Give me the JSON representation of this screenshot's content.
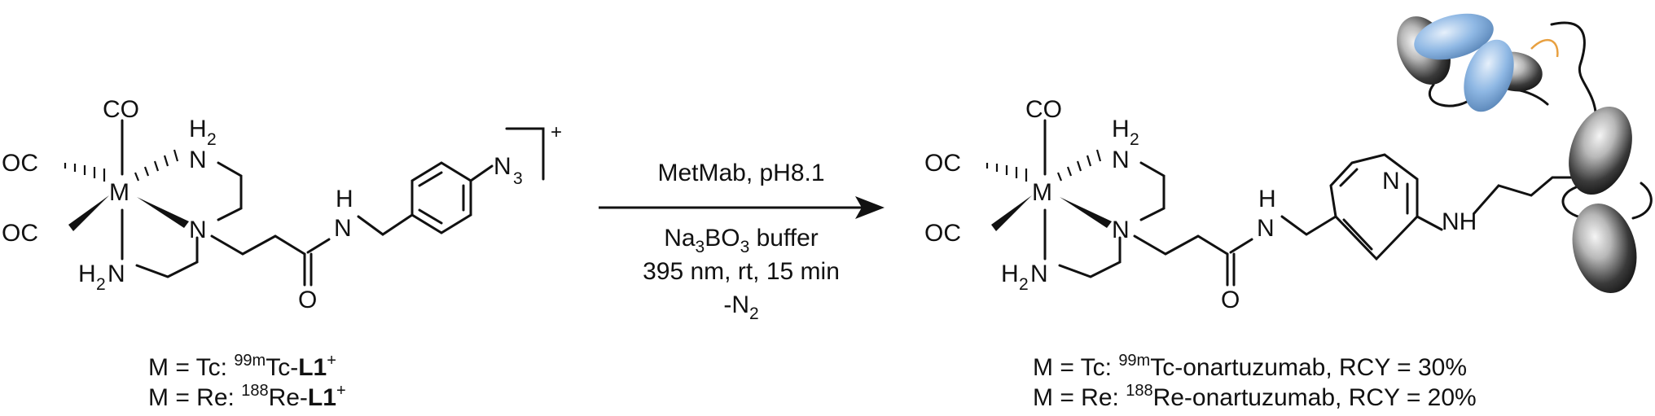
{
  "reactant": {
    "atoms": {
      "co_top": "CO",
      "oc_left": "OC",
      "oc_bottom": "OC",
      "metal": "M",
      "nh2_top_h": "H",
      "nh2_top_sub": "2",
      "n_center": "N",
      "n_top": "N",
      "h2n_left": "H",
      "h2n_left_sub": "2",
      "h2n_n": "N",
      "amide_h": "H",
      "amide_n": "N",
      "amide_o": "O",
      "azide_n": "N",
      "azide_sub": "3",
      "charge": "+"
    },
    "label_line1": {
      "prefix": "M = Tc: ",
      "isotope": "99m",
      "element": "Tc-",
      "bold": "L1",
      "charge": "+"
    },
    "label_line2": {
      "prefix": "M = Re: ",
      "isotope": "188",
      "element": "Re-",
      "bold": "L1",
      "charge": "+"
    }
  },
  "conditions": {
    "above": "MetMab, pH8.1",
    "line1_a": "Na",
    "line1_sub1": "3",
    "line1_b": "BO",
    "line1_sub2": "3",
    "line1_c": " buffer",
    "line2": "395 nm, rt, 15 min",
    "line3_a": "-N",
    "line3_sub": "2"
  },
  "product": {
    "atoms": {
      "co_top": "CO",
      "oc_left": "OC",
      "oc_bottom": "OC",
      "metal": "M",
      "nh2_top_h": "H",
      "nh2_top_sub": "2",
      "n_top": "N",
      "n_center": "N",
      "h2n_left": "H",
      "h2n_left_sub": "2",
      "h2n_n": "N",
      "amide_h": "H",
      "amide_n": "N",
      "amide_o": "O",
      "ring_n": "N",
      "nh": "NH"
    },
    "label_line1": {
      "prefix": "M = Tc: ",
      "isotope": "99m",
      "rest": "Tc-onartuzumab, RCY = 30%"
    },
    "label_line2": {
      "prefix": "M = Re: ",
      "isotope": "188",
      "rest": "Re-onartuzumab, RCY = 20%"
    }
  },
  "colors": {
    "ink": "#111111",
    "antibody_blue": "#8fb8e4",
    "antibody_grey": "#3a3a3a",
    "disulfide": "#e8a040"
  }
}
